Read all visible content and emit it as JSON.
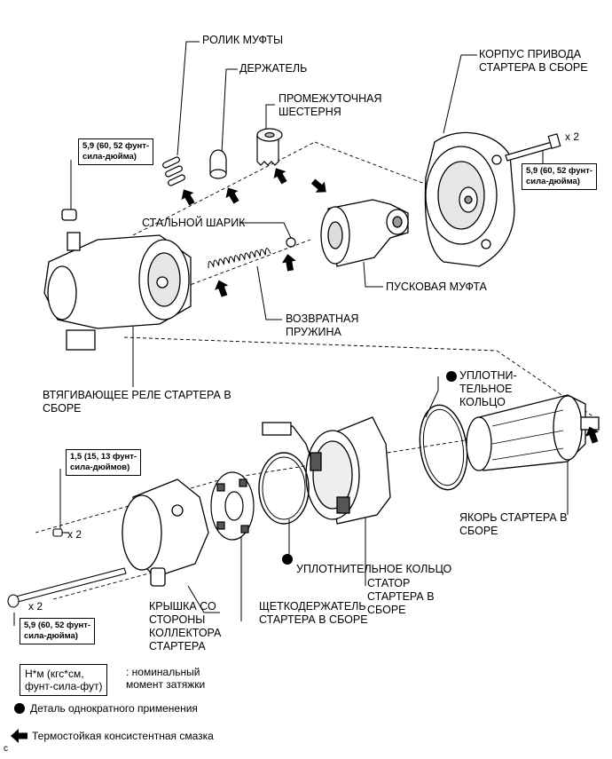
{
  "labels": {
    "clutch_roller": "РОЛИК МУФТЫ",
    "retainer": "ДЕРЖАТЕЛЬ",
    "idle_gear": "ПРОМЕЖУТОЧНАЯ\nШЕСТЕРНЯ",
    "drive_housing": "КОРПУС ПРИВОДА\nСТАРТЕРА В СБОРЕ",
    "steel_ball": "СТАЛЬНОЙ ШАРИК",
    "starter_clutch": "ПУСКОВАЯ МУФТА",
    "return_spring": "ВОЗВРАТНАЯ\nПРУЖИНА",
    "solenoid": "ВТЯГИВАЮЩЕЕ РЕЛЕ СТАРТЕРА В\nСБОРЕ",
    "o_ring_top": "УПЛОТНИ-\nТЕЛЬНОЕ\nКОЛЬЦО",
    "armature": "ЯКОРЬ СТАРТЕРА В\nСБОРЕ",
    "o_ring_bottom": "УПЛОТНИТЕЛЬНОЕ КОЛЬЦО",
    "stator": "СТАТОР\nСТАРТЕРА В\nСБОРЕ",
    "commutator_end_frame": "КРЫШКА СО\nСТОРОНЫ\nКОЛЛЕКТОРА\nСТАРТЕРА",
    "brush_holder": "ЩЕТКОДЕРЖАТЕЛЬ\nСТАРТЕРА В СБОРЕ"
  },
  "torques": {
    "nut_top": "5,9 (60, 52 фунт-\nсила-дюйма)",
    "bolt_housing": "5,9 (60, 52 фунт-\nсила-дюйма)",
    "screw_end_frame": "1,5 (15, 13 фунт-\nсила-дюймов)",
    "through_bolt": "5,9 (60, 52 фунт-\nсила-дюйма)"
  },
  "quantities": {
    "bolt_housing": "x 2",
    "screw_end_frame": "x 2",
    "through_bolt": "x 2"
  },
  "legend": {
    "unit_box": "Н*м (кгс*см,\nфунт-сила-фут)",
    "unit_desc": ": номинальный\nмомент затяжки",
    "single_use": "Деталь однократного применения",
    "grease": "Термостойкая консистентная смазка"
  },
  "corner_mark": "c"
}
